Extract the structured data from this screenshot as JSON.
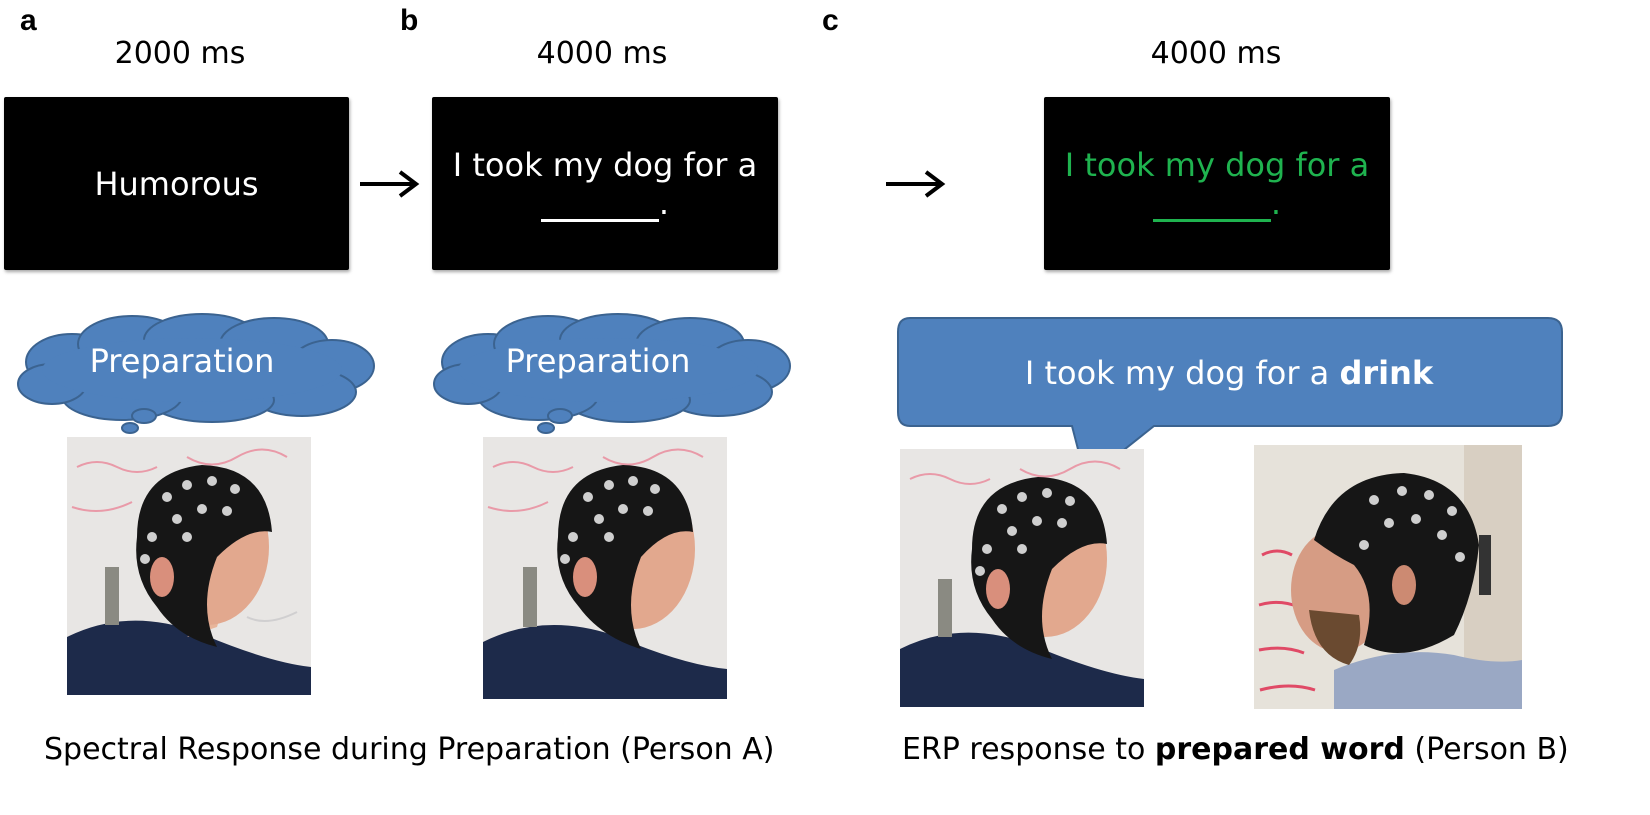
{
  "panels": {
    "a": {
      "letter": "a",
      "duration": "2000 ms",
      "screen_text": "Humorous",
      "bubble": "Preparation"
    },
    "b": {
      "letter": "b",
      "duration": "4000 ms",
      "screen_line1": "I took my dog for a",
      "screen_end": ".",
      "bubble": "Preparation"
    },
    "c": {
      "letter": "c",
      "duration": "4000 ms",
      "screen_line1": "I took my dog for a",
      "screen_end": ".",
      "speech_prefix": "I took my dog for a ",
      "speech_bold": "drink"
    }
  },
  "captions": {
    "left": "Spectral Response during Preparation (Person A)",
    "right_prefix": "ERP response to ",
    "right_bold": "prepared word",
    "right_suffix": " (Person B)"
  },
  "colors": {
    "screen": "#000000",
    "green_text": "#1fb34f",
    "bubble_fill": "#4f81bd",
    "bubble_stroke": "#3b6390"
  },
  "icons": [
    "right-arrow-icon",
    "thought-cloud",
    "speech-callout"
  ]
}
